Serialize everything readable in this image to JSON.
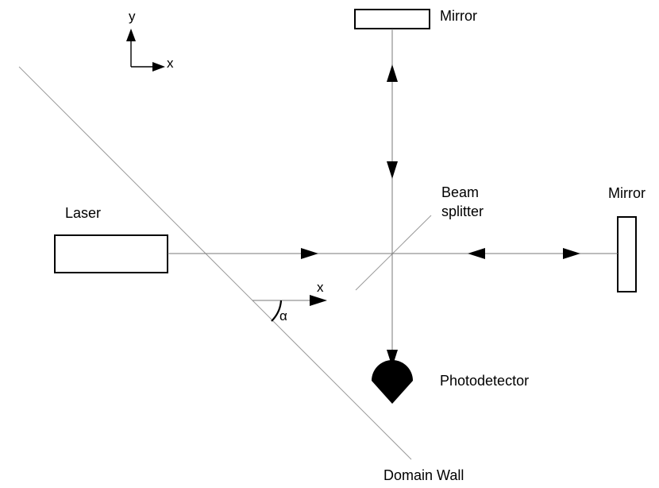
{
  "labels": {
    "mirror_top": "Mirror",
    "mirror_right": "Mirror",
    "laser": "Laser",
    "beam_splitter_line1": "Beam",
    "beam_splitter_line2": "splitter",
    "photodetector": "Photodetector",
    "domain_wall": "Domain Wall",
    "axis_y": "y",
    "axis_x": "x",
    "local_x": "x",
    "angle": "α"
  },
  "colors": {
    "stroke": "#000000",
    "beam": "#7a7a7a",
    "guide": "#9a9a9a",
    "background": "#ffffff"
  }
}
